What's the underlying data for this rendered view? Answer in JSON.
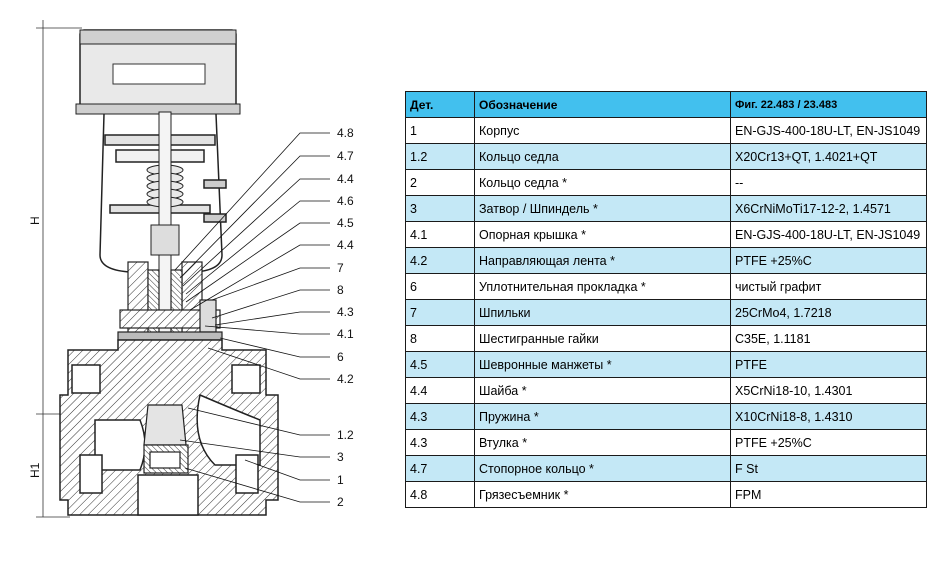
{
  "drawing": {
    "dimension_labels": {
      "height_total": "H",
      "height_lower": "H1"
    },
    "callouts": [
      "4.8",
      "4.7",
      "4.4",
      "4.6",
      "4.5",
      "4.4",
      "7",
      "8",
      "4.3",
      "4.1",
      "6",
      "4.2",
      "1.2",
      "3",
      "1",
      "2"
    ]
  },
  "table": {
    "headers": {
      "part": "Дет.",
      "designation": "Обозначение",
      "material": "Фиг. 22.483 / 23.483"
    },
    "rows": [
      {
        "part": "1",
        "designation": "Корпус",
        "material": "EN-GJS-400-18U-LT, EN-JS1049"
      },
      {
        "part": "1.2",
        "designation": "Кольцо седла",
        "material": "X20Cr13+QT, 1.4021+QT"
      },
      {
        "part": "2",
        "designation": "Кольцо седла *",
        "material": "--"
      },
      {
        "part": "3",
        "designation": "Затвор / Шпиндель *",
        "material": "X6CrNiMoTi17-12-2, 1.4571"
      },
      {
        "part": "4.1",
        "designation": "Опорная крышка *",
        "material": "EN-GJS-400-18U-LT, EN-JS1049"
      },
      {
        "part": "4.2",
        "designation": "Направляющая лента *",
        "material": "PTFE +25%C"
      },
      {
        "part": "6",
        "designation": "Уплотнительная прокладка *",
        "material": "чистый графит"
      },
      {
        "part": "7",
        "designation": "Шпильки",
        "material": "25CrMo4, 1.7218"
      },
      {
        "part": "8",
        "designation": "Шестигранные гайки",
        "material": "C35E, 1.1181"
      },
      {
        "part": "4.5",
        "designation": "Шевронные манжеты *",
        "material": "PTFE"
      },
      {
        "part": "4.4",
        "designation": "Шайба *",
        "material": "X5CrNi18-10, 1.4301"
      },
      {
        "part": "4.3",
        "designation": "Пружина *",
        "material": "X10CrNi18-8, 1.4310"
      },
      {
        "part": "4.3",
        "designation": "Втулка *",
        "material": "PTFE +25%C"
      },
      {
        "part": "4.7",
        "designation": "Стопорное кольцо *",
        "material": "F St"
      },
      {
        "part": "4.8",
        "designation": "Грязесъемник *",
        "material": "FPM"
      }
    ]
  }
}
